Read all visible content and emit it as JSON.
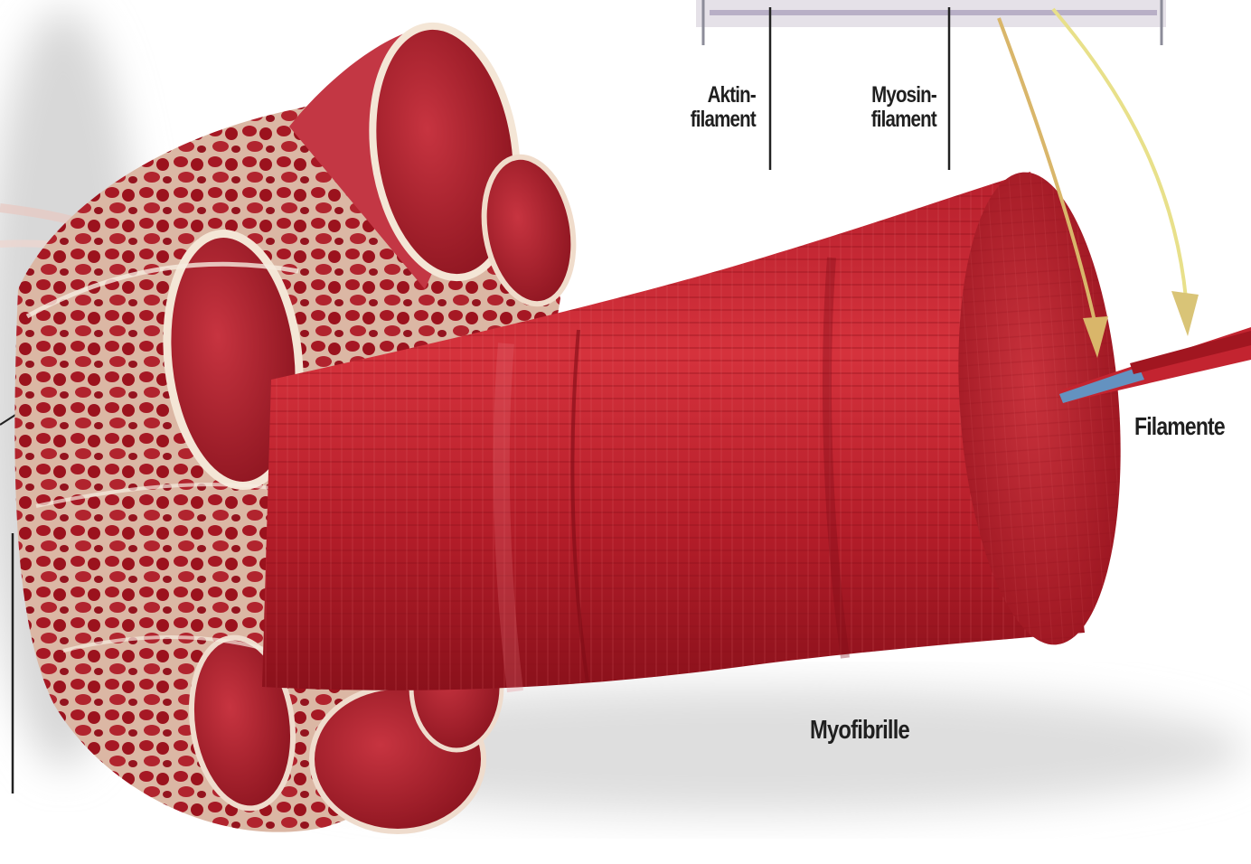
{
  "labels": {
    "aktin_line1": "Aktin-",
    "aktin_line2": "filament",
    "myosin_line1": "Myosin-",
    "myosin_line2": "filament",
    "filamente": "Filamente",
    "myofibrille": "Myofibrille"
  },
  "colors": {
    "muscle_red": "#b3202c",
    "dark_red": "#7e0f18",
    "fascia_cream": "#f3e3cc",
    "arrow_tan": "#d9b66a",
    "arrow_yellow": "#e8e08a",
    "actin_blue": "#5a9fd0",
    "line": "#222222"
  }
}
